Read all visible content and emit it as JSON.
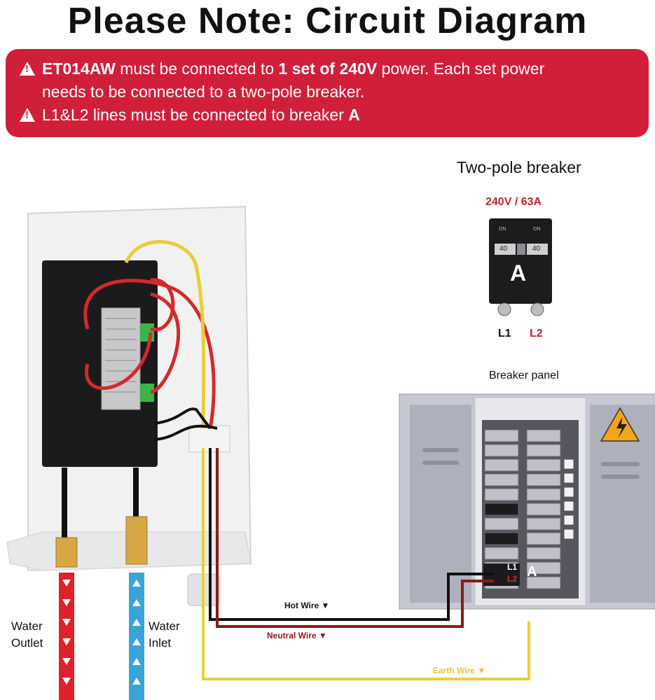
{
  "title": "Please Note: Circuit Diagram",
  "banner": {
    "line1_model": "ET014AW",
    "line1_a": "must be connected to",
    "line1_b": "1 set of 240V",
    "line1_c": "power. Each set power",
    "line1_d": "needs to be connected to a two-pole breaker.",
    "line2_a": "L1&L2 lines must be connected to breaker",
    "line2_b": "A"
  },
  "breaker": {
    "title": "Two-pole breaker",
    "rating": "240V / 63A",
    "on_label": "ON",
    "pole_value": "40",
    "letter": "A",
    "l1": "L1",
    "l2": "L2"
  },
  "panel": {
    "title": "Breaker panel",
    "l1": "L1",
    "l2": "L2",
    "letter": "A"
  },
  "wires": {
    "hot": "Hot Wire ▼",
    "neutral": "Neutral Wire ▼",
    "earth": "Earth Wire ▼"
  },
  "water": {
    "outlet": "Water\nOutlet",
    "inlet": "Water\nInlet"
  },
  "colors": {
    "banner": "#d11f3a",
    "hot": "#111111",
    "neutral": "#8b1a1a",
    "earth": "#f0cc3a",
    "outlet_pipe": "#e0202a",
    "inlet_pipe": "#3aa3d8",
    "warning": "#f2a51a"
  }
}
